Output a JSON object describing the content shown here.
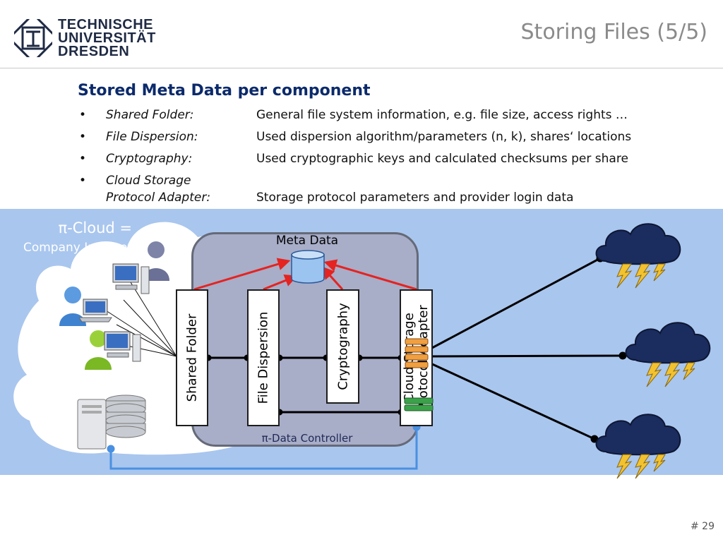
{
  "header": {
    "logo_lines": [
      "TECHNISCHE",
      "UNIVERSITÄT",
      "DRESDEN"
    ],
    "slide_title": "Storing Files (5/5)"
  },
  "content": {
    "heading": "Stored Meta Data per component",
    "bullet_char": "•",
    "items": [
      {
        "term": "Shared Folder:",
        "desc": "General file system information, e.g. file size, access rights …"
      },
      {
        "term": "File Dispersion:",
        "desc": "Used dispersion algorithm/parameters (n, k), shares‘ locations"
      },
      {
        "term": "Cryptography:",
        "desc": "Used cryptographic keys and calculated checksums per share"
      },
      {
        "term_line1": "Cloud Storage",
        "term_line2": "Protocol Adapter:",
        "desc": "Storage protocol parameters and provider login data"
      }
    ]
  },
  "diagram": {
    "cloud_title": "π-Cloud =",
    "cloud_subtitle": "Company Intranet",
    "meta_data_label": "Meta Data",
    "controller_label": "π-Data Controller",
    "components": [
      "Shared Folder",
      "File Dispersion",
      "Cryptography",
      "Cloud Storage",
      "Protocol Adapter"
    ],
    "colors": {
      "band": "#a9c6ee",
      "arrow": "#e52320",
      "controller_fill": "#a8adc8",
      "blue_link": "#4a90e2",
      "storm_cloud": "#1b2c5e"
    }
  },
  "footer": {
    "page_number": "# 29"
  }
}
